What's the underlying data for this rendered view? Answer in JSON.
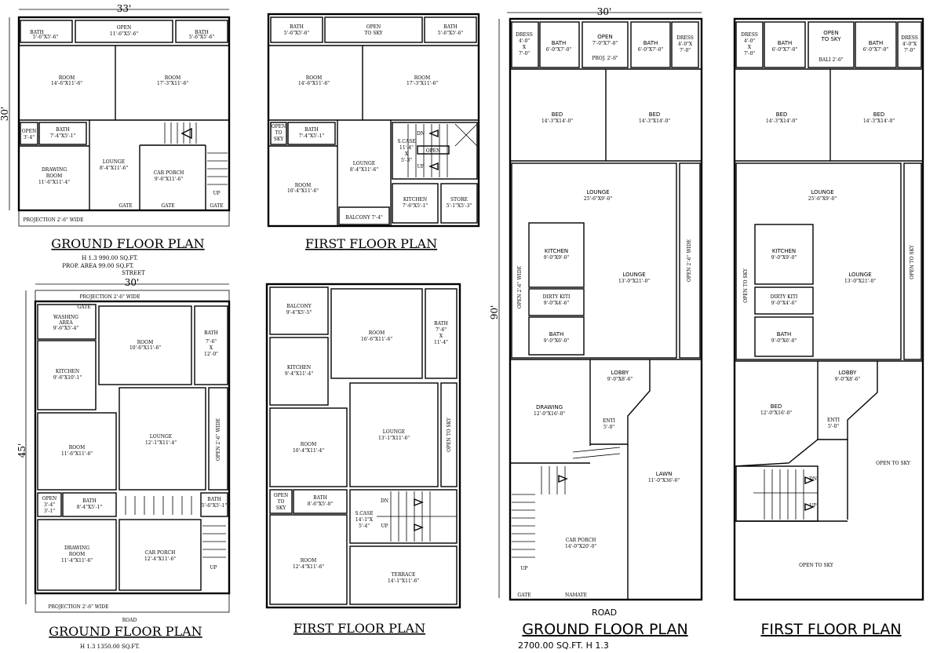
{
  "plan1": {
    "width_dim": "33'",
    "height_dim": "30'",
    "rooms": {
      "bath_l": "BATH",
      "bath_l_size": "5'-6\"X5'-6\"",
      "open_top": "OPEN",
      "open_top_size": "11'-6\"X5'-6\"",
      "bath_r": "BATH",
      "bath_r_size": "5'-6\"X5'-6\"",
      "room1": "ROOM",
      "room1_size": "14'-6\"X11'-6\"",
      "room2": "ROOM",
      "room2_size": "17'-3\"X11'-6\"",
      "open_l": "OPEN",
      "open_l_size": "3'-4\"",
      "bath_m": "BATH",
      "bath_m_size": "7'-4\"X5'-1\"",
      "lounge": "LOUNGE",
      "lounge_size": "8'-4\"X11'-6\"",
      "drawing": "DRAWING",
      "drawing2": "ROOM",
      "drawing_size": "11'-6\"X11'-4\"",
      "carporch": "CAR PORCH",
      "carporch_size": "9'-6\"X11'-6\"",
      "up": "UP",
      "gate1": "GATE",
      "gate2": "GATE",
      "gate3": "GATE",
      "projection": "PROJECTION 2'-6\" WIDE"
    },
    "title": "GROUND FLOOR PLAN",
    "sub1": "H 1.3      990.00 SQ.FT.",
    "sub2": "PROP. AREA 99.00   SQ.FT.",
    "sub3": "STREET"
  },
  "plan2": {
    "rooms": {
      "bath_l": "BATH",
      "bath_l_size": "5'-6\"X5'-6\"",
      "open": "OPEN",
      "open2": "TO SKY",
      "bath_r": "BATH",
      "bath_r_size": "5'-6\"X5'-6\"",
      "room1": "ROOM",
      "room1_size": "14'-6\"X11'-6\"",
      "room2": "ROOM",
      "room2_size": "17'-3\"X11'-6\"",
      "open_l": "OPEN",
      "open_l2": "TO",
      "open_l3": "SKY",
      "bath_m": "BATH",
      "bath_m_size": "7'-4\"X5'-1\"",
      "lounge": "LOUNGE",
      "lounge_size": "8'-4\"X11'-6\"",
      "scase": "S.CASE",
      "scase_size": "11'-4\"",
      "scase_x": "X",
      "scase_size2": "5'-3\"",
      "room3": "ROOM",
      "room3_size": "10'-4\"X11'-6\"",
      "kitchen": "KITCHEN",
      "kitchen_size": "7'-6\"X5'-1\"",
      "store": "STORE",
      "store_size": "5'-1\"X5'-3\"",
      "balcony": "BALCONY 7'-4\"",
      "dn": "DN",
      "up": "UP",
      "open_s": "OPEN"
    },
    "title": "FIRST FLOOR PLAN"
  },
  "plan3": {
    "width_dim": "30'",
    "height_dim": "45'",
    "rooms": {
      "projection_top": "PROJECTION 2'-6\" WIDE",
      "gate": "GATE",
      "washing": "WASHING",
      "washing2": "AREA",
      "washing_size": "9'-6\"X5'-4\"",
      "room1": "ROOM",
      "room1_size": "10'-6\"X11'-6\"",
      "bath1": "BATH",
      "bath1_a": "7'-6\"",
      "bath1_x": "X",
      "bath1_b": "12'-0\"",
      "kitchen": "KITCHEN",
      "kitchen_size": "9'-6\"X10'-1\"",
      "room2": "ROOM",
      "room2_size": "11'-6\"X11'-6\"",
      "lounge": "LOUNGE",
      "lounge_size": "12'-1\"X11'-4\"",
      "open_side": "OPEN 2'-6\" WIDE",
      "open_small": "OPEN",
      "open_small_size": "3'-4\"",
      "open_small_size2": "3'-1\"",
      "bath2": "BATH",
      "bath2_size": "8'-4\"X5'-1\"",
      "bath3": "BATH",
      "bath3_size": "5'-6\"X5'-1\"",
      "drawing": "DRAWING",
      "drawing2": "ROOM",
      "drawing_size": "11'-4\"X11'-6\"",
      "carporch": "CAR PORCH",
      "carporch_size": "12'-4\"X11'-6\"",
      "up": "UP",
      "projection_bottom": "PROJECTION 2'-6\" WIDE"
    },
    "road": "ROAD",
    "title": "GROUND FLOOR PLAN",
    "sub1": "H 1.3          1350.00 SQ.FT."
  },
  "plan4": {
    "rooms": {
      "balcony": "BALCONY",
      "balcony_size": "9'-4\"X5'-5\"",
      "room1": "ROOM",
      "room1_size": "16'-6\"X11'-6\"",
      "bath1": "BATH",
      "bath1_a": "7'-6\"",
      "bath1_x": "X",
      "bath1_b": "11'-4\"",
      "kitchen": "KITCHEN",
      "kitchen_size": "9'-4\"X11'-4\"",
      "room2": "ROOM",
      "room2_size": "10'-4\"X11'-4\"",
      "lounge": "LOUNGE",
      "lounge_size": "13'-1\"X11'-6\"",
      "open_side": "OPEN TO SKY",
      "open_small": "OPEN",
      "open_small2": "TO",
      "open_small3": "SKY",
      "bath2": "BATH",
      "bath2_size": "8'-6\"X5'-0\"",
      "scase": "S.CASE",
      "scase_size": "14'-1\"X",
      "scase_size2": "5'-4\"",
      "dn": "DN",
      "up": "UP",
      "room3": "ROOM",
      "room3_size": "12'-4\"X11'-6\"",
      "terrace": "TERRACE",
      "terrace_size": "14'-1\"X11'-6\""
    },
    "title": "FIRST FLOOR PLAN"
  },
  "plan5": {
    "width_dim": "30'",
    "height_dim": "90'",
    "rooms": {
      "dress_l": "DRESS",
      "dress_l_a": "4'-0\"",
      "dress_l_x": "X",
      "dress_l_b": "7'-0\"",
      "bath_l": "BATH",
      "bath_l_size": "6'-0\"X7'-0\"",
      "open": "OPEN",
      "open_size": "7'-0\"X7'-0\"",
      "proj": "PROJ. 2'-6\"",
      "bath_r": "BATH",
      "bath_r_size": "6'-0\"X7'-0\"",
      "dress_r": "DRESS",
      "dress_r_a": "4'-0\"X",
      "dress_r_b": "7'-0\"",
      "bed1": "BED",
      "bed1_size": "14'-3\"X14'-0\"",
      "bed2": "BED",
      "bed2_size": "14'-3\"X14'-0\"",
      "lounge1": "LOUNGE",
      "lounge1_size": "25'-6\"X9'-0\"",
      "open_l": "OPEN 2'-6\" WIDE",
      "kitchen": "KITCHEN",
      "kitchen_size": "9'-0\"X9'-0\"",
      "dirty": "DIRTY KITI",
      "dirty_size": "9'-0\"X4'-6\"",
      "bath_m": "BATH",
      "bath_m_size": "9'-0\"X6'-0\"",
      "lounge2": "LOUNGE",
      "lounge2_size": "13'-0\"X21'-0\"",
      "open_r": "OPEN 2'-6\" WIDE",
      "lobby": "LOBBY",
      "lobby_size": "9'-0\"X8'-6\"",
      "drawing": "DRAWING",
      "drawing_size": "12'-0\"X16'-0\"",
      "enti": "ENTI",
      "enti_size": "5'-0\"",
      "lawn": "LAWN",
      "lawn_size": "11'-0\"X36'-6\"",
      "carporch": "CAR PORCH",
      "carporch_size": "14'-0\"X20'-0\"",
      "up": "UP",
      "gate": "GATE",
      "namate": "NAMATE"
    },
    "road": "ROAD",
    "title": "GROUND FLOOR PLAN",
    "sub1": "2700.00 SQ.FT. H 1.3"
  },
  "plan6": {
    "rooms": {
      "dress_l": "DRESS",
      "dress_l_a": "4'-0\"",
      "dress_l_x": "X",
      "dress_l_b": "7'-0\"",
      "bath_l": "BATH",
      "bath_l_size": "6'-0\"X7'-0\"",
      "open": "OPEN",
      "open2": "TO SKY",
      "bali": "BALI 2'-6\"",
      "bath_r": "BATH",
      "bath_r_size": "6'-0\"X7'-0\"",
      "dress_r": "DRESS",
      "dress_r_a": "4'-0\"X",
      "dress_r_b": "7'-0\"",
      "bed1": "BED",
      "bed1_size": "14'-3\"X14'-0\"",
      "bed2": "BED",
      "bed2_size": "14'-3\"X14'-0\"",
      "lounge1": "LOUNGE",
      "lounge1_size": "25'-6\"X9'-0\"",
      "open_l": "OPEN TO SKY",
      "kitchen": "KITCHEN",
      "kitchen_size": "9'-0\"X9'-0\"",
      "dirty": "DIRTY KITI",
      "dirty_size": "9'-0\"X4'-6\"",
      "bath_m": "BATH",
      "bath_m_size": "9'-0\"X6'-0\"",
      "lounge2": "LOUNGE",
      "lounge2_size": "13'-0\"X21'-0\"",
      "open_r": "OPEN TO SKY",
      "lobby": "LOBBY",
      "lobby_size": "9'-0\"X8'-6\"",
      "bed3": "BED",
      "bed3_size": "12'-0\"X16'-0\"",
      "enti": "ENTI",
      "enti_size": "5'-0\"",
      "open_sky1": "OPEN TO SKY",
      "open_sky2": "OPEN TO SKY",
      "dn": "DN",
      "up": "UP"
    },
    "title": "FIRST FLOOR PLAN"
  }
}
